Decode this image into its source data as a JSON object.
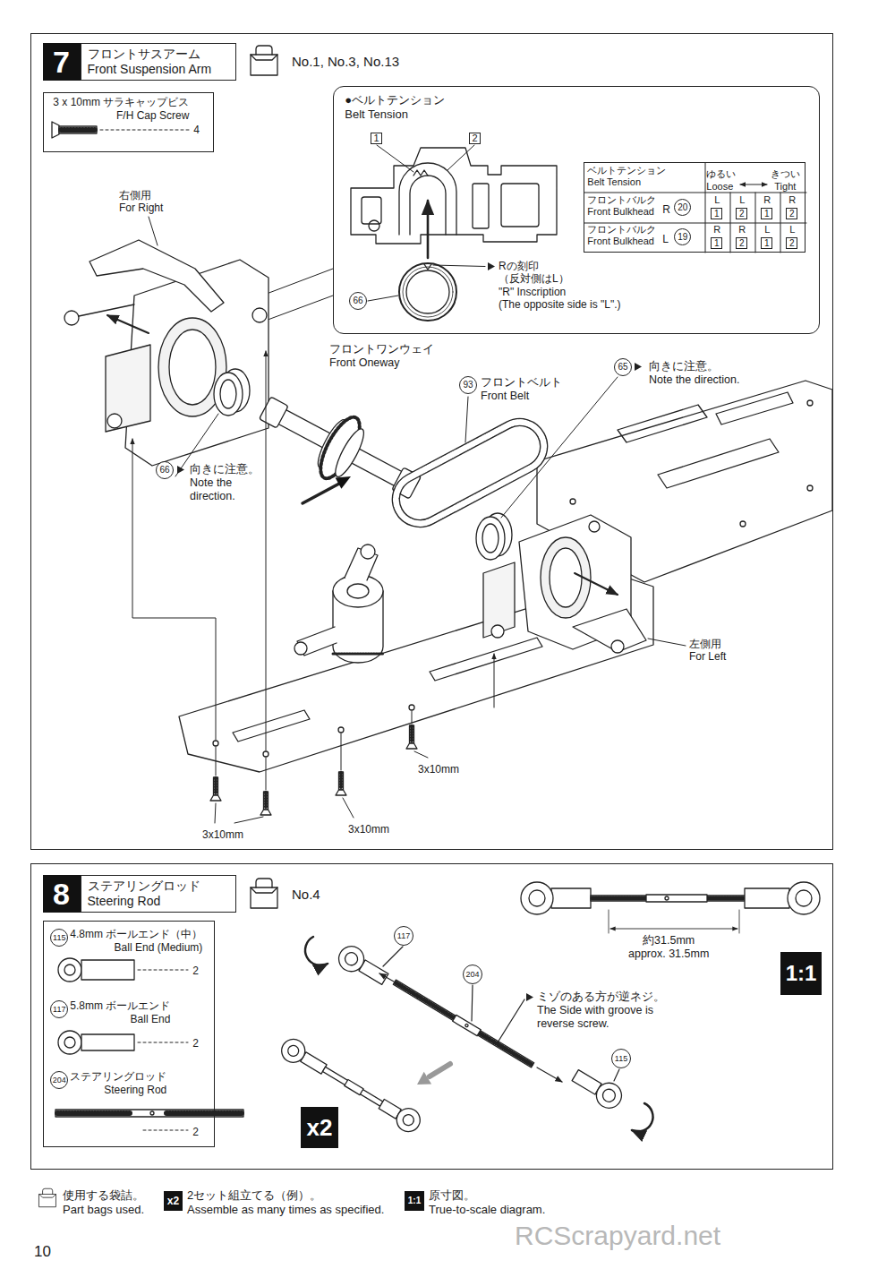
{
  "diagram": {
    "nodes": [
      {
        "text": [
          "7",
          "フロントサスアーム Front Suspension Arm"
        ]
      },
      {
        "text": [
          "3 x 10mm サラキャップビス F/H Cap Screw",
          "4"
        ],
        "in": 0
      },
      {
        "text": [
          "●ベルトテンション Belt Tension"
        ],
        "in": 0
      },
      {
        "text": [
          "ベルトテンション Belt Tension",
          "ゆるい",
          "きつい",
          "Loose",
          "Tight",
          "フロントバルク Front Bulkhead",
          "R",
          "20",
          "L",
          "1",
          "L",
          "2",
          "R",
          "1",
          "R",
          "2",
          "フロントバルク Front Bulkhead",
          "L",
          "19",
          "R",
          "1",
          "R",
          "2",
          "L",
          "1",
          "L",
          "2"
        ],
        "in": 2
      },
      {
        "text": [
          "8",
          "ステアリングロッド Steering Rod"
        ]
      },
      {
        "text": [
          "115",
          "4.8mm ボールエンド（中） Ball End (Medium)",
          "2",
          "117",
          "5.8mm ボールエンド Ball End",
          "2",
          "204",
          "ステアリングロッド Steering Rod",
          "2"
        ],
        "in": 4
      }
    ],
    "labels": [
      "No.1, No.3, No.13",
      "右側用 For Right",
      "1",
      "2",
      "66",
      "Rの刻印 （反対側はL） \"R\" Inscription (The opposite side is \"L\".)",
      "フロントワンウェイ Front Oneway",
      "93",
      "フロントベルト Front Belt",
      "65",
      "向きに注意。 Note the direction.",
      "66",
      "向きに注意。 Note the direction.",
      "左側用 For Left",
      "3x10mm",
      "3x10mm",
      "3x10mm",
      "No.4",
      "117",
      "204",
      "ミゾのある方が逆ネジ。 The Side with groove is reverse screw.",
      "115",
      "約31.5mm approx. 31.5mm",
      "1:1",
      "x2",
      "x2",
      "1:1",
      "10",
      "RCScrapyard.net"
    ],
    "legend": [
      {
        "text": "使用する袋詰。 Part bags used."
      },
      {
        "text": "2セット組立てる（例）。 Assemble as many times as specified."
      },
      {
        "text": "原寸図。 True-to-scale diagram."
      }
    ]
  }
}
